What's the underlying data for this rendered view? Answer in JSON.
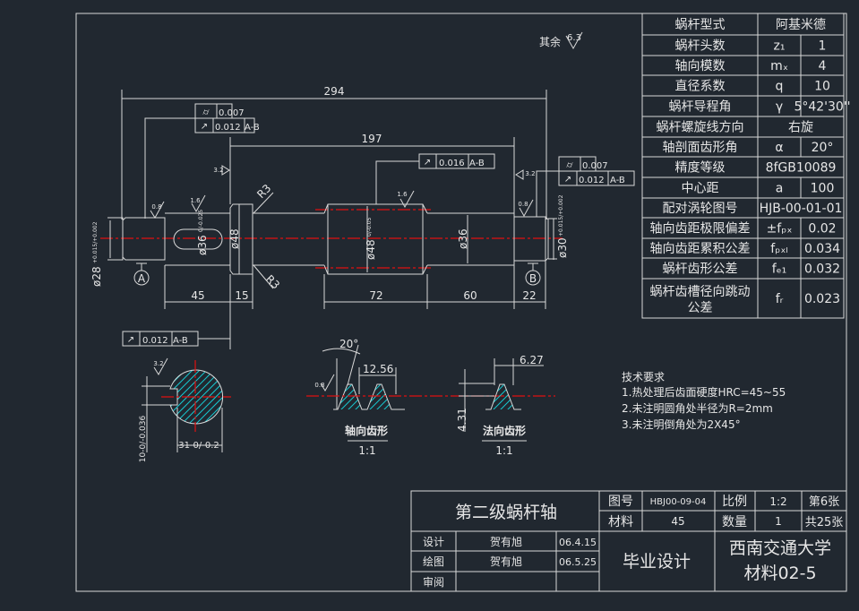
{
  "colors": {
    "background": "#212830",
    "lines": "#d8d8d8",
    "centerline": "#e01010",
    "hatch": "#18c8d0"
  },
  "surface_note": {
    "label": "其余",
    "value": "6.3"
  },
  "params": [
    [
      "蜗杆型式",
      "阿基米德"
    ],
    [
      "蜗杆头数",
      "z₁",
      "1"
    ],
    [
      "轴向模数",
      "mₓ",
      "4"
    ],
    [
      "直径系数",
      "q",
      "10"
    ],
    [
      "蜗杆导程角",
      "γ",
      "5°42'30''"
    ],
    [
      "蜗杆螺旋线方向",
      "右旋"
    ],
    [
      "轴剖面齿形角",
      "α",
      "20°"
    ],
    [
      "精度等级",
      "8fGB10089"
    ],
    [
      "中心距",
      "a",
      "100"
    ],
    [
      "配对涡轮图号",
      "HJB-00-01-01"
    ],
    [
      "轴向齿距极限偏差",
      "±fₚₓ",
      "0.02"
    ],
    [
      "轴向齿距累积公差",
      "fₚₓₗ",
      "0.034"
    ],
    [
      "蜗杆齿形公差",
      "fₑ₁",
      "0.032"
    ],
    [
      "蜗杆齿槽径向跳动公差",
      "fᵣ",
      "0.023"
    ]
  ],
  "dims": {
    "d294": "294",
    "d197": "197",
    "d45": "45",
    "d15": "15",
    "d72": "72",
    "d60": "60",
    "d22": "22",
    "dia28": "ø28",
    "dia28tol": "+0.015/+0.002",
    "dia36k": "ø36",
    "dia36ktol": "0/-0.025",
    "dia48": "ø48",
    "dia48w": "ø48",
    "dia48wtol": "0/-0.05",
    "dia36": "ø36",
    "dia30": "ø30",
    "dia30tol": "+0.015/+0.002",
    "r3a": "R3",
    "r3b": "R3",
    "ra08": "0.8",
    "ra16": "1.6",
    "ra32": "3.2",
    "ra16b": "1.6",
    "ra32b": "3.2",
    "ra08b": "0.8",
    "datumA": "A",
    "datumB": "B",
    "key10": "10-0/-0.036",
    "key31": "31-0/-0.2",
    "ra32c": "3.2",
    "ra08c": "0.8",
    "ang20": "20°",
    "p1256": "12.56",
    "p627": "6.27",
    "h431": "4.31"
  },
  "gdt": {
    "cyl": "0.007",
    "run": "0.012",
    "ab": "A-B",
    "run16": "0.016"
  },
  "views": {
    "axial": "轴向齿形",
    "axial_scale": "1:1",
    "normal": "法向齿形",
    "normal_scale": "1:1"
  },
  "tech": {
    "title": "技术要求",
    "items": [
      "1.热处理后齿面硬度HRC=45~55",
      "2.未注明圆角处半径为R=2mm",
      "3.未注明倒角处为2X45°"
    ]
  },
  "title_block": {
    "part": "第二级蜗杆轴",
    "drawing_no_label": "图号",
    "drawing_no": "HBJ00-09-04",
    "scale_label": "比例",
    "scale": "1:2",
    "sheet": "第6张",
    "material_label": "材料",
    "material": "45",
    "qty_label": "数量",
    "qty": "1",
    "total": "共25张",
    "design_label": "设计",
    "designer": "贺有旭",
    "design_date": "06.4.15",
    "draw_label": "绘图",
    "drafter": "贺有旭",
    "draw_date": "06.5.25",
    "review_label": "审阅",
    "project": "毕业设计",
    "school": "西南交通大学",
    "class": "材料02-5"
  }
}
